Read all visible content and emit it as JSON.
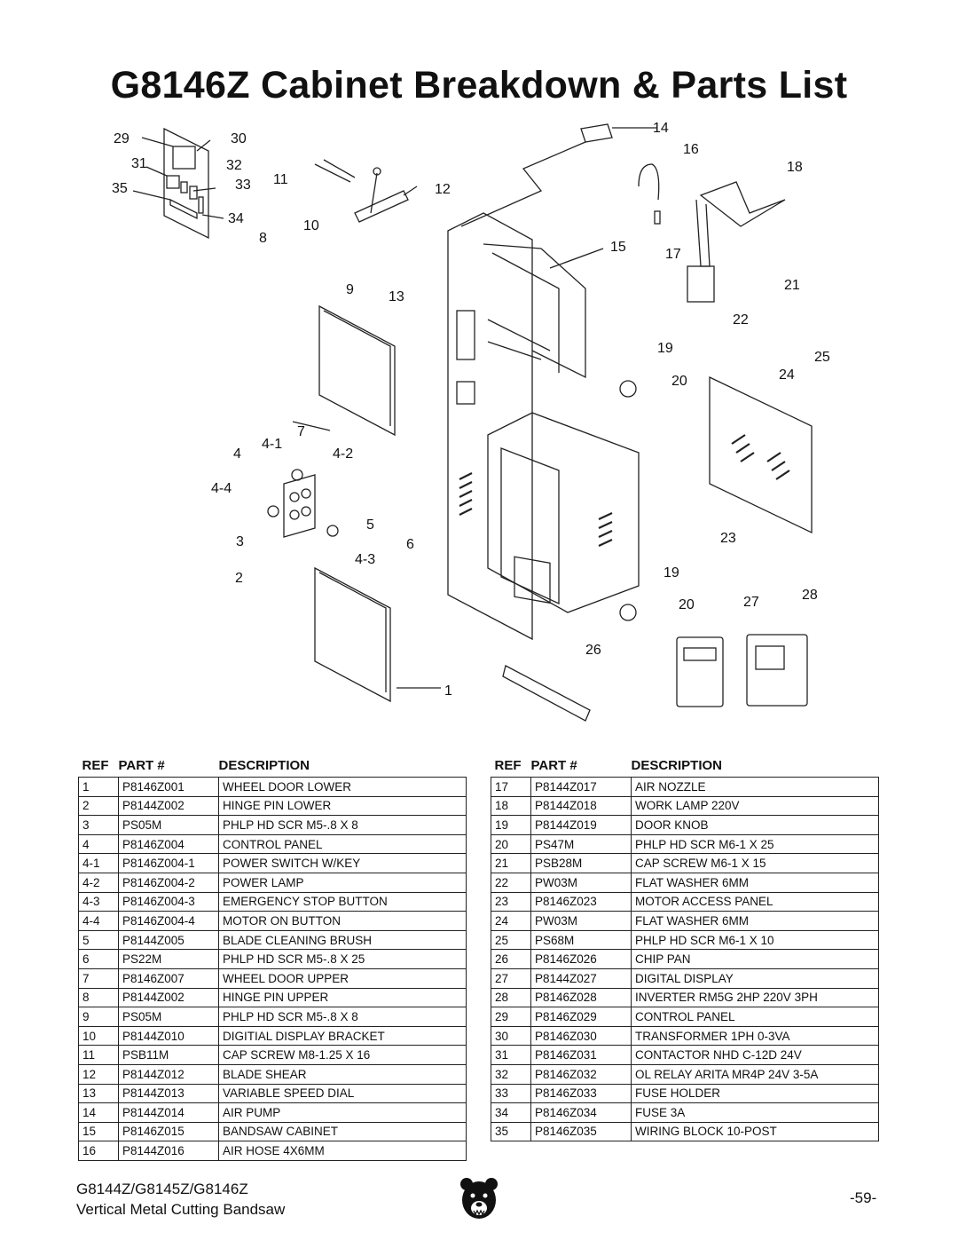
{
  "title": "G8146Z Cabinet Breakdown & Parts List",
  "callouts": [
    "29",
    "30",
    "31",
    "32",
    "35",
    "33",
    "11",
    "34",
    "10",
    "8",
    "12",
    "14",
    "16",
    "18",
    "15",
    "17",
    "9",
    "13",
    "21",
    "22",
    "7",
    "19",
    "20",
    "25",
    "24",
    "4",
    "4-1",
    "4-2",
    "4-4",
    "5",
    "3",
    "6",
    "23",
    "4-3",
    "2",
    "19",
    "20",
    "27",
    "28",
    "26",
    "1"
  ],
  "table_headers": {
    "ref": "REF",
    "part": "PART #",
    "desc": "DESCRIPTION"
  },
  "parts_left": [
    [
      "1",
      "P8146Z001",
      "WHEEL DOOR LOWER"
    ],
    [
      "2",
      "P8144Z002",
      "HINGE PIN LOWER"
    ],
    [
      "3",
      "PS05M",
      "PHLP HD SCR M5-.8 X 8"
    ],
    [
      "4",
      "P8146Z004",
      "CONTROL PANEL"
    ],
    [
      "4-1",
      "P8146Z004-1",
      "POWER SWITCH W/KEY"
    ],
    [
      "4-2",
      "P8146Z004-2",
      "POWER LAMP"
    ],
    [
      "4-3",
      "P8146Z004-3",
      "EMERGENCY STOP BUTTON"
    ],
    [
      "4-4",
      "P8146Z004-4",
      "MOTOR ON BUTTON"
    ],
    [
      "5",
      "P8144Z005",
      "BLADE CLEANING BRUSH"
    ],
    [
      "6",
      "PS22M",
      "PHLP HD SCR M5-.8 X 25"
    ],
    [
      "7",
      "P8146Z007",
      "WHEEL DOOR UPPER"
    ],
    [
      "8",
      "P8144Z002",
      "HINGE PIN UPPER"
    ],
    [
      "9",
      "PS05M",
      "PHLP HD SCR M5-.8 X 8"
    ],
    [
      "10",
      "P8144Z010",
      "DIGITIAL DISPLAY BRACKET"
    ],
    [
      "11",
      "PSB11M",
      "CAP SCREW M8-1.25 X 16"
    ],
    [
      "12",
      "P8144Z012",
      "BLADE SHEAR"
    ],
    [
      "13",
      "P8144Z013",
      "VARIABLE SPEED DIAL"
    ],
    [
      "14",
      "P8144Z014",
      "AIR PUMP"
    ],
    [
      "15",
      "P8146Z015",
      "BANDSAW CABINET"
    ],
    [
      "16",
      "P8144Z016",
      "AIR HOSE 4X6MM"
    ]
  ],
  "parts_right": [
    [
      "17",
      "P8144Z017",
      "AIR NOZZLE"
    ],
    [
      "18",
      "P8144Z018",
      "WORK LAMP 220V"
    ],
    [
      "19",
      "P8144Z019",
      "DOOR KNOB"
    ],
    [
      "20",
      "PS47M",
      "PHLP HD SCR M6-1 X 25"
    ],
    [
      "21",
      "PSB28M",
      "CAP SCREW M6-1 X 15"
    ],
    [
      "22",
      "PW03M",
      "FLAT WASHER 6MM"
    ],
    [
      "23",
      "P8146Z023",
      "MOTOR ACCESS PANEL"
    ],
    [
      "24",
      "PW03M",
      "FLAT WASHER 6MM"
    ],
    [
      "25",
      "PS68M",
      "PHLP HD SCR M6-1 X 10"
    ],
    [
      "26",
      "P8146Z026",
      "CHIP PAN"
    ],
    [
      "27",
      "P8144Z027",
      "DIGITAL DISPLAY"
    ],
    [
      "28",
      "P8146Z028",
      "INVERTER RM5G 2HP 220V 3PH"
    ],
    [
      "29",
      "P8146Z029",
      "CONTROL PANEL"
    ],
    [
      "30",
      "P8146Z030",
      "TRANSFORMER 1PH 0-3VA"
    ],
    [
      "31",
      "P8146Z031",
      "CONTACTOR NHD C-12D 24V"
    ],
    [
      "32",
      "P8146Z032",
      "OL RELAY ARITA MR4P 24V 3-5A"
    ],
    [
      "33",
      "P8146Z033",
      "FUSE HOLDER"
    ],
    [
      "34",
      "P8146Z034",
      "FUSE 3A"
    ],
    [
      "35",
      "P8146Z035",
      "WIRING BLOCK 10-POST"
    ]
  ],
  "footer": {
    "models": "G8144Z/G8145Z/G8146Z",
    "subtitle": "Vertical Metal Cutting Bandsaw",
    "page": "-59-"
  }
}
